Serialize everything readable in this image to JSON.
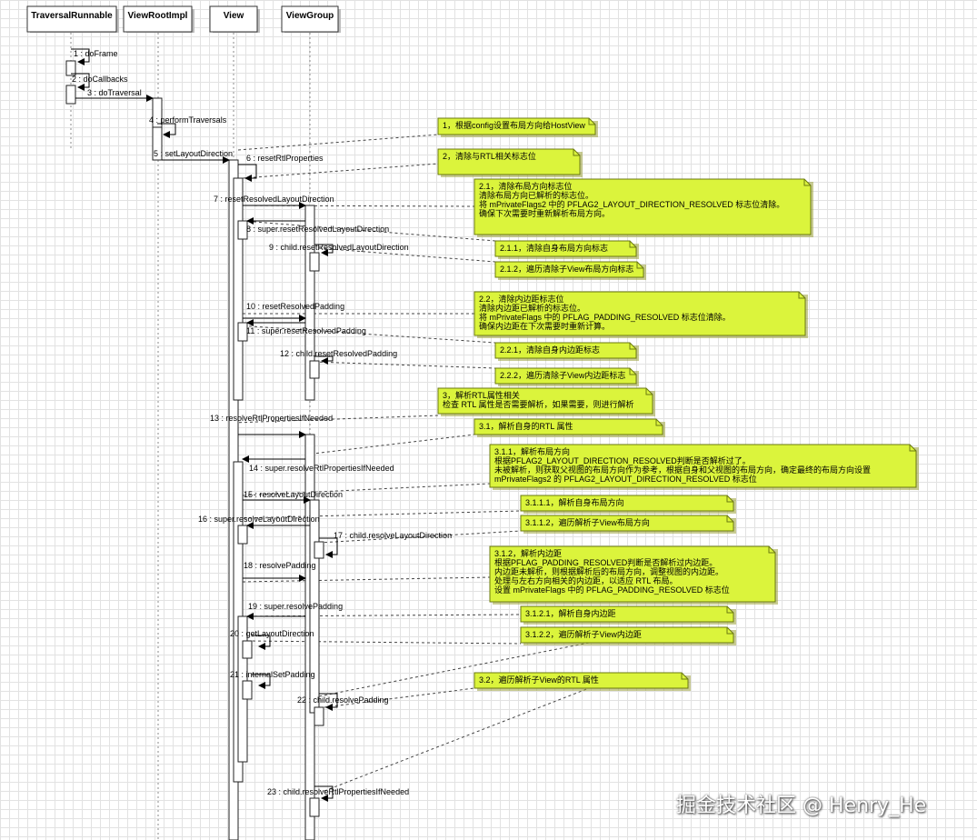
{
  "lifelines": [
    {
      "id": "tr",
      "name": "TraversalRunnable"
    },
    {
      "id": "vri",
      "name": "ViewRootImpl"
    },
    {
      "id": "view",
      "name": "View"
    },
    {
      "id": "vg",
      "name": "ViewGroup"
    }
  ],
  "messages": [
    "1 : doFrame",
    "2 : doCallbacks",
    "3 : doTraversal",
    "4 : performTraversals",
    "5 : setLayoutDirection",
    "6 : resetRtlProperties",
    "7 : resetResolvedLayoutDirection",
    "8 : super.resetResolvedLayoutDirection",
    "9 : child.resetResolvedLayoutDirection",
    "10 : resetResolvedPadding",
    "11 : super.resetResolvedPadding",
    "12 : child.resetResolvedPadding",
    "13 : resolveRtlPropertiesIfNeeded",
    "14 : super.resolveRtlPropertiesIfNeeded",
    "15 : resolveLayoutDirection",
    "16 : super.resolveLayoutDirection",
    "17 : child.resolveLayoutDirection",
    "18 : resolvePadding",
    "19 : super.resolvePadding",
    "20 : getLayoutDirection",
    "21 : internalSetPadding",
    "22 : child.resolvePadding",
    "23 : child.resolveRtlPropertiesIfNeeded"
  ],
  "notes": [
    {
      "id": "n1",
      "lines": [
        "1，根据config设置布局方向给HostView"
      ]
    },
    {
      "id": "n2",
      "lines": [
        "2，清除与RTL相关标志位"
      ]
    },
    {
      "id": "n21",
      "lines": [
        "2.1，清除布局方向标志位",
        "清除布局方向已解析的标志位。",
        "将 mPrivateFlags2 中的 PFLAG2_LAYOUT_DIRECTION_RESOLVED 标志位清除。",
        "确保下次需要时重新解析布局方向。"
      ]
    },
    {
      "id": "n211",
      "lines": [
        "2.1.1，清除自身布局方向标志"
      ]
    },
    {
      "id": "n212",
      "lines": [
        "2.1.2，遍历清除子View布局方向标志"
      ]
    },
    {
      "id": "n22",
      "lines": [
        "2.2，清除内边距标志位",
        "清除内边距已解析的标志位。",
        "将 mPrivateFlags 中的 PFLAG_PADDING_RESOLVED 标志位清除。",
        "确保内边距在下次需要时重新计算。"
      ]
    },
    {
      "id": "n221",
      "lines": [
        "2.2.1，清除自身内边距标志"
      ]
    },
    {
      "id": "n222",
      "lines": [
        "2.2.2，遍历清除子View内边距标志"
      ]
    },
    {
      "id": "n3",
      "lines": [
        "3，解析RTL属性相关",
        "检查 RTL 属性是否需要解析，如果需要，则进行解析"
      ]
    },
    {
      "id": "n31",
      "lines": [
        "3.1，解析自身的RTL 属性"
      ]
    },
    {
      "id": "n311",
      "lines": [
        "3.1.1，解析布局方向",
        "根据PFLAG2_LAYOUT_DIRECTION_RESOLVED判断是否解析过了。",
        "未被解析，则获取父视图的布局方向作为参考，根据自身和父视图的布局方向，确定最终的布局方向设置",
        "mPrivateFlags2 的 PFLAG2_LAYOUT_DIRECTION_RESOLVED 标志位"
      ]
    },
    {
      "id": "n3111",
      "lines": [
        "3.1.1.1，解析自身布局方向"
      ]
    },
    {
      "id": "n3112",
      "lines": [
        "3.1.1.2，遍历解析子View布局方向"
      ]
    },
    {
      "id": "n312",
      "lines": [
        "3.1.2，解析内边距",
        "根据PFLAG_PADDING_RESOLVED判断是否解析过内边距。",
        "内边距未解析，则根据解析后的布局方向，调整视图的内边距。",
        "处理与左右方向相关的内边距，以适应 RTL 布局。",
        "设置 mPrivateFlags 中的 PFLAG_PADDING_RESOLVED 标志位"
      ]
    },
    {
      "id": "n3121",
      "lines": [
        "3.1.2.1，解析自身内边距"
      ]
    },
    {
      "id": "n3122",
      "lines": [
        "3.1.2.2，遍历解析子View内边距"
      ]
    },
    {
      "id": "n32",
      "lines": [
        "3.2，遍历解析子View的RTL 属性"
      ]
    }
  ],
  "watermark": "掘金技术社区 @ Henry_He",
  "colors": {
    "note_fill": "#dbf43c",
    "note_border": "#6b7a10",
    "box_border": "#333333",
    "line": "#000000"
  }
}
